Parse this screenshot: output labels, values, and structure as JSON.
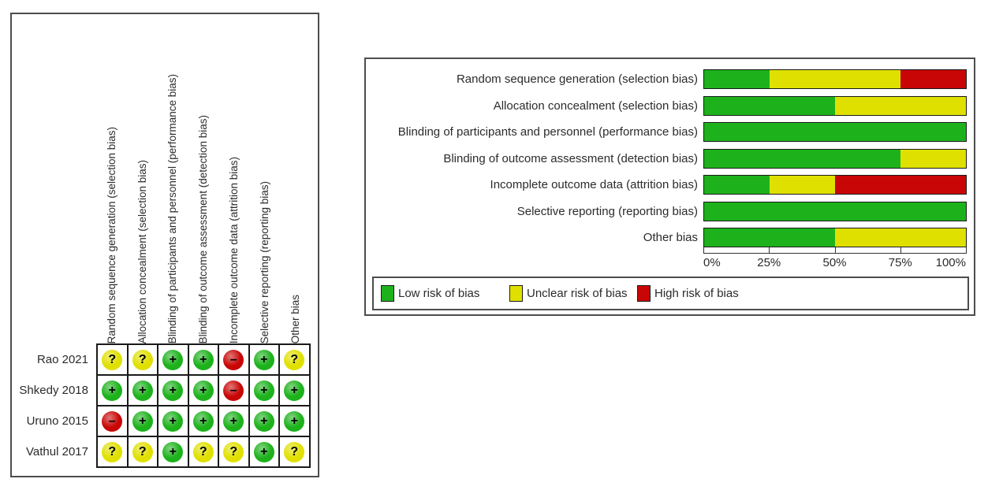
{
  "colors": {
    "low": "#1db21c",
    "unclear": "#e0e000",
    "high": "#c80606"
  },
  "left_panel": {
    "columns": [
      "Random sequence generation (selection bias)",
      "Allocation concealment (selection bias)",
      "Blinding of participants and personnel (performance bias)",
      "Blinding of outcome assessment (detection bias)",
      "Incomplete outcome data (attrition bias)",
      "Selective reporting (reporting bias)",
      "Other bias"
    ],
    "symbols": {
      "low": "+",
      "unclear": "?",
      "high": "–"
    },
    "rows": [
      {
        "study": "Rao 2021",
        "judgments": [
          "unclear",
          "unclear",
          "low",
          "low",
          "high",
          "low",
          "unclear"
        ]
      },
      {
        "study": "Shkedy 2018",
        "judgments": [
          "low",
          "low",
          "low",
          "low",
          "high",
          "low",
          "low"
        ]
      },
      {
        "study": "Uruno 2015",
        "judgments": [
          "high",
          "low",
          "low",
          "low",
          "low",
          "low",
          "low"
        ]
      },
      {
        "study": "Vathul 2017",
        "judgments": [
          "unclear",
          "unclear",
          "low",
          "unclear",
          "unclear",
          "low",
          "unclear"
        ]
      }
    ]
  },
  "chart_data": {
    "type": "bar",
    "orientation": "horizontal",
    "stacked": true,
    "categories": [
      "Random sequence generation (selection bias)",
      "Allocation concealment (selection bias)",
      "Blinding of participants and personnel (performance bias)",
      "Blinding of outcome assessment (detection bias)",
      "Incomplete outcome data (attrition bias)",
      "Selective reporting (reporting bias)",
      "Other bias"
    ],
    "series": [
      {
        "name": "Low risk of bias",
        "color": "#1db21c",
        "values": [
          25,
          50,
          100,
          75,
          25,
          100,
          50
        ]
      },
      {
        "name": "Unclear risk of bias",
        "color": "#e0e000",
        "values": [
          50,
          50,
          0,
          25,
          25,
          0,
          50
        ]
      },
      {
        "name": "High risk of bias",
        "color": "#c80606",
        "values": [
          25,
          0,
          0,
          0,
          50,
          0,
          0
        ]
      }
    ],
    "xlim": [
      0,
      100
    ],
    "x_ticks": [
      "0%",
      "25%",
      "50%",
      "75%",
      "100%"
    ],
    "legend_position": "bottom",
    "grid": false
  }
}
